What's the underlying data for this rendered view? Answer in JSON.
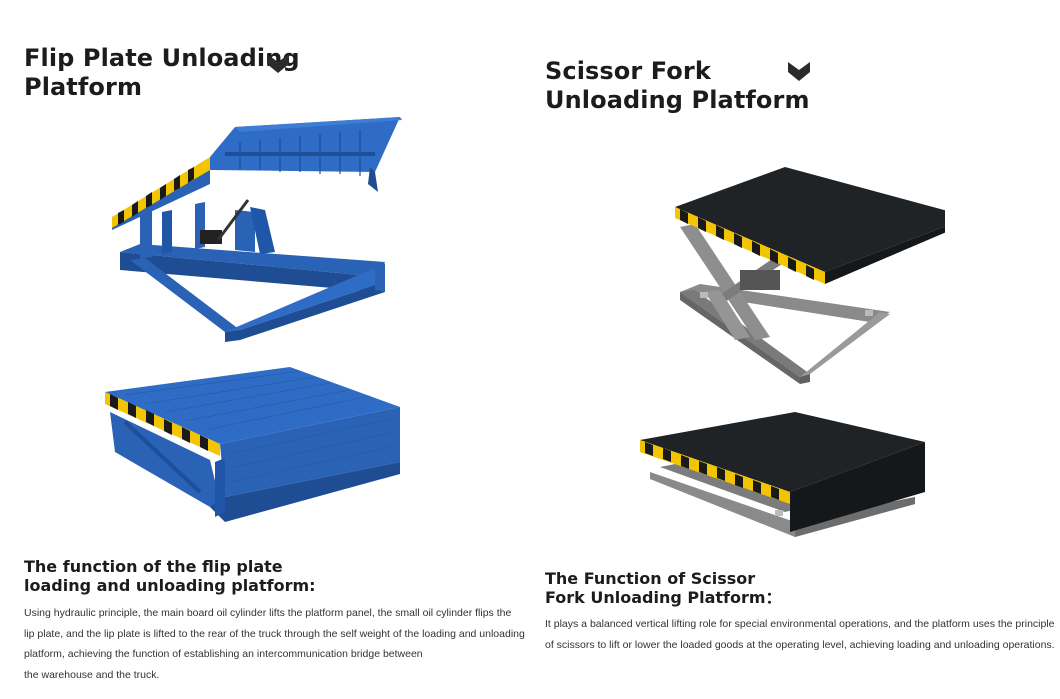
{
  "left": {
    "title_lines": [
      "Flip Plate Unloading",
      "Platform"
    ],
    "chevron_icon": "chevron-down-icon",
    "figures": [
      "flip-plate-platform-raised",
      "flip-plate-platform-lowered"
    ],
    "function_heading_lines": [
      "The function of the flip plate",
      "loading and unloading platform:"
    ],
    "description_lines": [
      "Using hydraulic principle, the main board oil cylinder lifts the platform panel, the small oil cylinder  flips the",
      "lip plate, and the lip plate is lifted to the rear of the truck through the self weight of the loading and unloading",
      "platform, achieving the function of establishing an intercommunication bridge between",
      "the warehouse and the truck."
    ]
  },
  "right": {
    "title_lines": [
      "Scissor Fork",
      "Unloading Platform"
    ],
    "chevron_icon": "chevron-down-icon",
    "figures": [
      "scissor-fork-platform-raised",
      "scissor-fork-platform-lowered"
    ],
    "function_heading_lines": [
      "The Function of Scissor",
      "Fork Unloading Platform："
    ],
    "description_lines": [
      "It plays a balanced vertical lifting role for special environmental operations, and the platform uses the principle",
      "of scissors to lift or lower the loaded goods at the operating level, achieving loading and unloading operations."
    ]
  },
  "colors": {
    "flip_plate_blue": "#2a62b5",
    "platform_dark": "#1f2326",
    "frame_gray": "#8a8a8a",
    "hazard_yellow": "#f2c500",
    "text_dark": "#1c1c1c"
  }
}
